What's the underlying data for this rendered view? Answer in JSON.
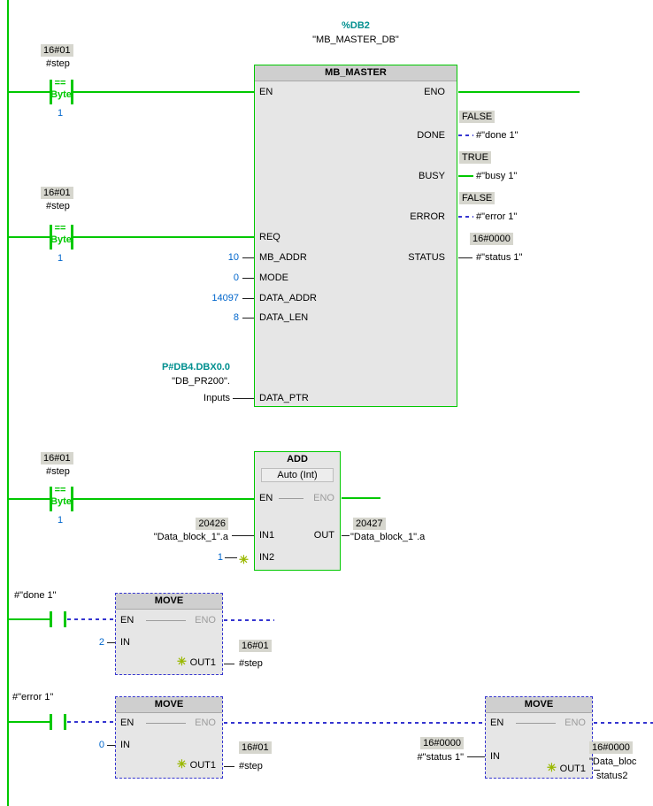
{
  "colors": {
    "active_green": "#00c800",
    "inactive_blue": "#3535d0",
    "value_blue": "#0066cc",
    "address_teal": "#008f8f",
    "badge_bg": "#d6d6ce",
    "block_fill": "#e6e6e6",
    "block_header": "#cfcfcf"
  },
  "star": "✳",
  "pins": {
    "en": "EN",
    "eno": "ENO",
    "req": "REQ",
    "in": "IN",
    "in1": "IN1",
    "in2": "IN2",
    "out": "OUT",
    "out1": "OUT1"
  },
  "network1": {
    "compare1": {
      "badge": "16#01",
      "operand": "#step",
      "op": "==",
      "dtype": "Byte",
      "operand2": "1"
    },
    "compare2": {
      "badge": "16#01",
      "operand": "#step",
      "op": "==",
      "dtype": "Byte",
      "operand2": "1"
    },
    "block": {
      "db": "%DB2",
      "db_name": "\"MB_MASTER_DB\"",
      "title": "MB_MASTER",
      "inputs": [
        {
          "label": "MB_ADDR",
          "value": "10"
        },
        {
          "label": "MODE",
          "value": "0"
        },
        {
          "label": "DATA_ADDR",
          "value": "14097"
        },
        {
          "label": "DATA_LEN",
          "value": "8"
        }
      ],
      "data_ptr": {
        "label": "DATA_PTR",
        "pointer": "P#DB4.DBX0.0",
        "operand1": "\"DB_PR200\".",
        "operand2": "Inputs"
      },
      "outputs": [
        {
          "label": "DONE",
          "badge": "FALSE",
          "operand": "#\"done 1\""
        },
        {
          "label": "BUSY",
          "badge": "TRUE",
          "operand": "#\"busy 1\""
        },
        {
          "label": "ERROR",
          "badge": "FALSE",
          "operand": "#\"error 1\""
        },
        {
          "label": "STATUS",
          "badge": "16#0000",
          "operand": "#\"status 1\""
        }
      ]
    }
  },
  "network2": {
    "compare": {
      "badge": "16#01",
      "operand": "#step",
      "op": "==",
      "dtype": "Byte",
      "operand2": "1"
    },
    "block": {
      "title": "ADD",
      "mode": "Auto (Int)",
      "in1": {
        "badge": "20426",
        "operand": "\"Data_block_1\".a"
      },
      "in2": {
        "value": "1"
      },
      "out": {
        "badge": "20427",
        "operand": "\"Data_block_1\".a"
      }
    }
  },
  "network3": {
    "contact_operand": "#\"done 1\"",
    "block": {
      "title": "MOVE",
      "in_value": "2",
      "out_badge": "16#01",
      "out_operand": "#step"
    }
  },
  "network4": {
    "contact_operand": "#\"error 1\"",
    "block1": {
      "title": "MOVE",
      "in_value": "0",
      "out_badge": "16#01",
      "out_operand": "#step"
    },
    "block2": {
      "title": "MOVE",
      "in_badge": "16#0000",
      "in_operand": "#\"status 1\"",
      "out_badge": "16#0000",
      "out_operand1": "\"Data_bloc",
      "out_operand2": "status2"
    }
  }
}
